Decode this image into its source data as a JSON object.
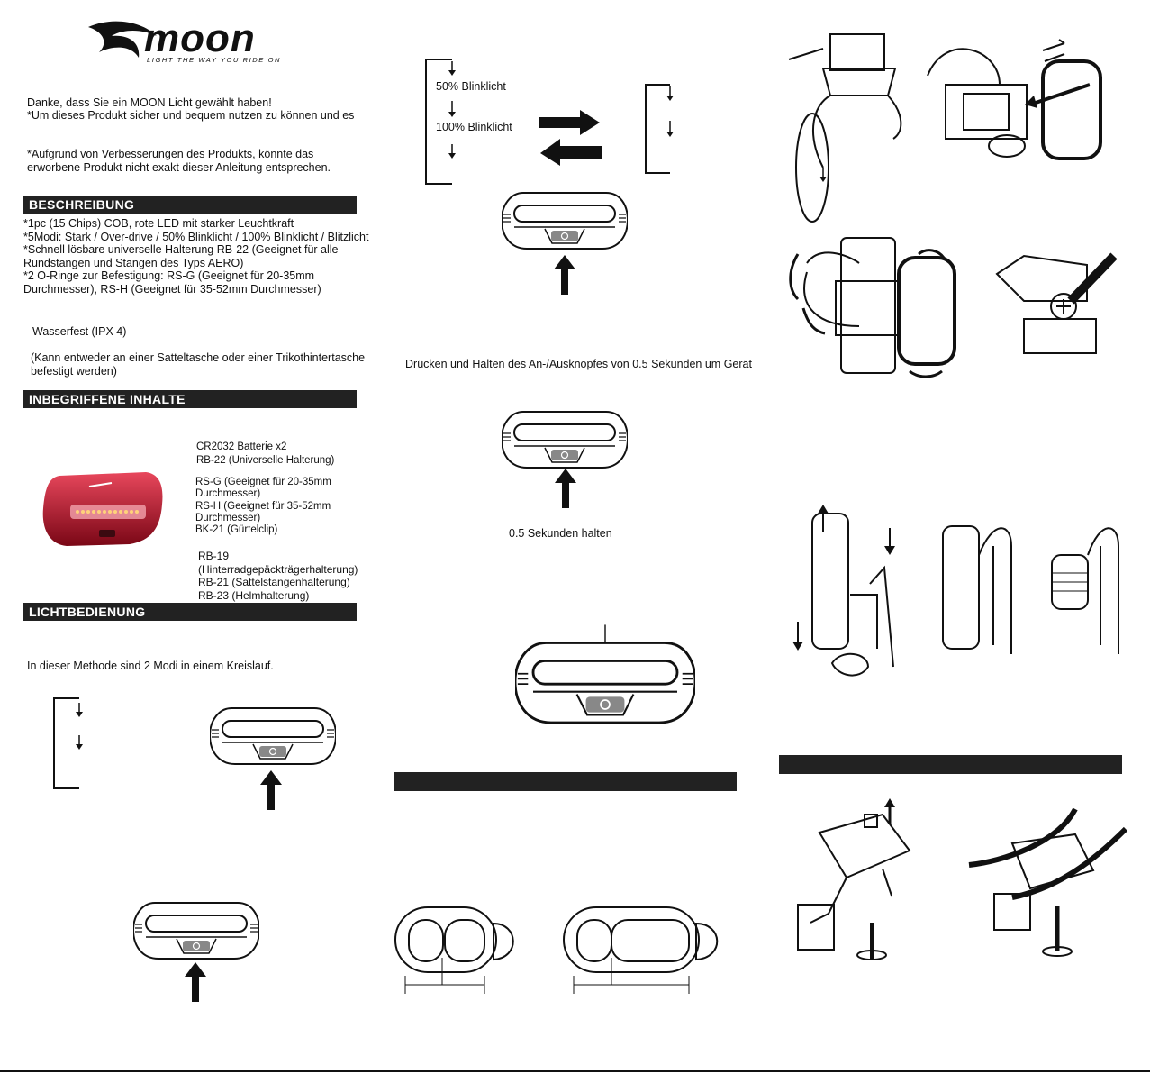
{
  "brand": {
    "name": "moon",
    "tagline": "LIGHT THE WAY YOU RIDE ON"
  },
  "intro": {
    "line1": "Danke, dass Sie ein MOON Licht gewählt haben!",
    "line2": "*Um dieses Produkt sicher und bequem nutzen zu können und es",
    "note": "*Aufgrund von Verbesserungen des Produkts, könnte das\nerworbene Produkt nicht exakt dieser Anleitung entsprechen."
  },
  "beschreibung": {
    "heading": "BESCHREIBUNG",
    "items": [
      "*1pc (15 Chips) COB, rote LED mit starker Leuchtkraft",
      "*5Modi: Stark / Over-drive / 50% Blinklicht / 100% Blinklicht / Blitzlicht",
      "*Schnell lösbare universelle Halterung RB-22 (Geeignet für alle\nRundstangen und Stangen des Typs AERO)",
      "*2 O-Ringe zur Befestigung: RS-G (Geeignet für 20-35mm\nDurchmesser), RS-H (Geeignet für 35-52mm Durchmesser)"
    ],
    "waterproof": "Wasserfest (IPX 4)",
    "mount_note": "(Kann entweder an einer Satteltasche oder einer Trikothintertasche\nbefestigt werden)"
  },
  "inhalte": {
    "heading": "INBEGRIFFENE INHALTE",
    "group1": "CR2032 Batterie x2\nRB-22 (Universelle Halterung)",
    "group2": "RS-G (Geeignet für 20-35mm\nDurchmesser)\nRS-H (Geeignet für 35-52mm\nDurchmesser)\nBK-21 (Gürtelclip)",
    "group3": "RB-19\n(Hinterradgepäckträgerhalterung)\nRB-21 (Sattelstangenhalterung)\nRB-23 (Helmhalterung)"
  },
  "bedienung": {
    "heading": "LICHTBEDIENUNG",
    "cycle_text": "In dieser Methode sind 2 Modi in einem Kreislauf.",
    "mode_50": "50% Blinklicht",
    "mode_100": "100% Blinklicht",
    "press_hold": "Drücken und Halten des An-/Ausknopfes von 0.5 Sekunden um Gerät",
    "hold_label": "0.5 Sekunden halten"
  },
  "colors": {
    "bar": "#222222",
    "ink": "#111111",
    "light_red": "#c8102e"
  }
}
